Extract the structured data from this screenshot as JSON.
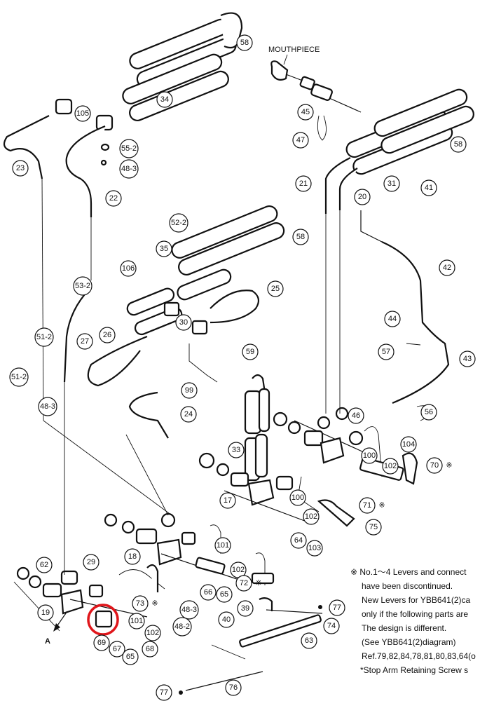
{
  "labels": {
    "mouthpiece": "MOUTHPIECE",
    "arrow_a": "A"
  },
  "callouts": [
    "58",
    "34",
    "105",
    "55-2",
    "48-3",
    "23",
    "22",
    "45",
    "47",
    "58",
    "21",
    "20",
    "31",
    "41",
    "52-2",
    "58",
    "35",
    "106",
    "53-2",
    "25",
    "30",
    "26",
    "27",
    "51-2",
    "51-2",
    "48-3",
    "99",
    "24",
    "59",
    "42",
    "44",
    "57",
    "43",
    "56",
    "46",
    "104",
    "100",
    "102",
    "70※",
    "33",
    "17",
    "100",
    "102",
    "71※",
    "75",
    "64",
    "103",
    "101",
    "102",
    "72※",
    "66",
    "65",
    "18",
    "62",
    "29",
    "19",
    "73※",
    "48-3",
    "48-2",
    "101",
    "102",
    "69",
    "67",
    "65",
    "68",
    "40",
    "39",
    "77",
    "74",
    "63",
    "76",
    "77"
  ],
  "note": {
    "line1": "※ No.1～4  Levers and connect",
    "line2": "have been discontinued.",
    "line3": "New Levers for YBB641(2)ca",
    "line4": "only if the following parts are",
    "line5": "The design is different.",
    "line6": "(See YBB641(2)diagram)",
    "line7": "Ref.79,82,84,78,81,80,83,64(o",
    "line8": "*Stop Arm Retaining Screw s"
  },
  "highlight_color": "#e0161b"
}
